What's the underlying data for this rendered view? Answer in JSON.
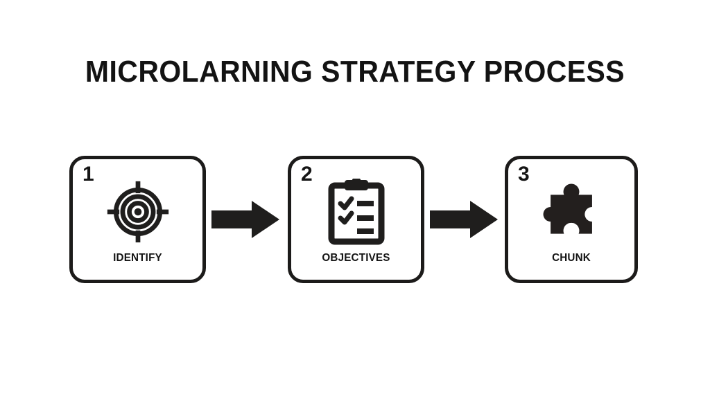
{
  "page": {
    "title": "MICROLARNING STRATEGY PROCESS",
    "background_color": "#ffffff",
    "ink_color": "#1c1b1a"
  },
  "flow": {
    "steps": [
      {
        "number": "1",
        "label": "IDENTIFY",
        "icon": "target-icon"
      },
      {
        "number": "2",
        "label": "OBJECTIVES",
        "icon": "clipboard-checklist-icon"
      },
      {
        "number": "3",
        "label": "CHUNK",
        "icon": "puzzle-piece-icon"
      }
    ],
    "connectors": [
      {
        "icon": "arrow-right-icon"
      },
      {
        "icon": "arrow-right-icon"
      }
    ]
  }
}
